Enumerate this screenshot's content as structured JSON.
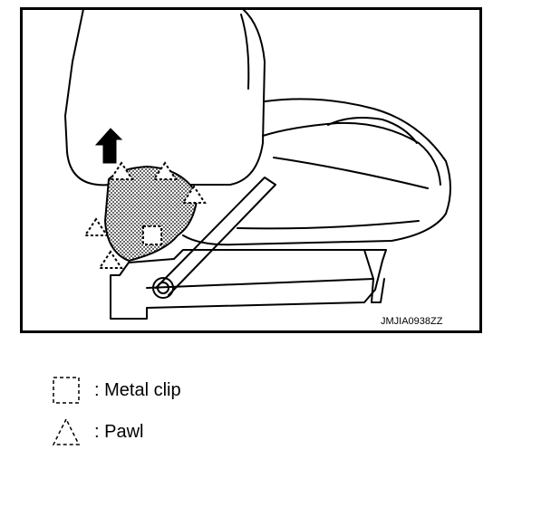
{
  "figure": {
    "reference_code": "JMJIA0938ZZ"
  },
  "legend": {
    "metal_clip": {
      "symbol": "dashed-square-icon",
      "label": ": Metal clip"
    },
    "pawl": {
      "symbol": "dashed-triangle-icon",
      "label": ": Pawl"
    }
  },
  "colors": {
    "line": "#000000",
    "background": "#ffffff",
    "hatch": "#7a7a7a"
  }
}
